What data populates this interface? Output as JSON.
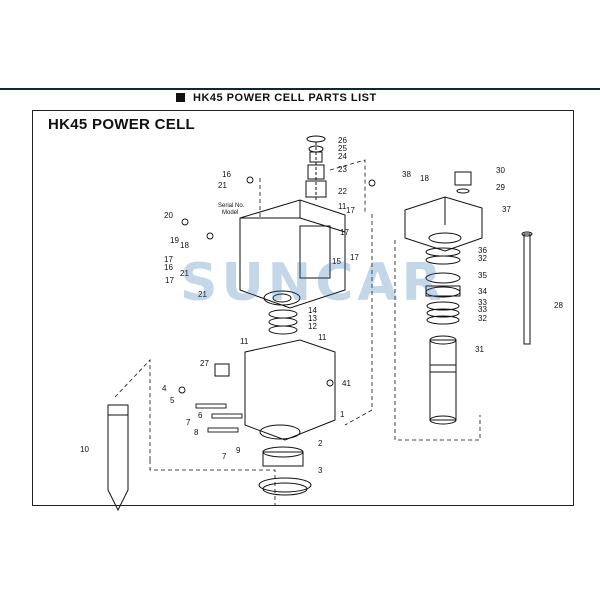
{
  "header": {
    "title": "HK45 POWER CELL PARTS LIST"
  },
  "diagram": {
    "title": "HK45 POWER CELL"
  },
  "watermark": {
    "text": "SUNCAR"
  },
  "serial_label": {
    "line1": "Serial No.",
    "line2": "Model"
  },
  "callouts": [
    "26",
    "25",
    "24",
    "23",
    "22",
    "16",
    "21",
    "17",
    "11",
    "17",
    "20",
    "19",
    "18",
    "17",
    "16",
    "21",
    "17",
    "15",
    "17",
    "21",
    "14",
    "13",
    "12",
    "11",
    "11",
    "27",
    "41",
    "4",
    "5",
    "6",
    "7",
    "8",
    "9",
    "7",
    "1",
    "2",
    "3",
    "10",
    "38",
    "18",
    "30",
    "29",
    "37",
    "36",
    "32",
    "35",
    "34",
    "33",
    "33",
    "32",
    "31",
    "28"
  ],
  "colors": {
    "frame": "#0b2a33",
    "ink": "#111111",
    "watermark": "#2a6fb0"
  }
}
